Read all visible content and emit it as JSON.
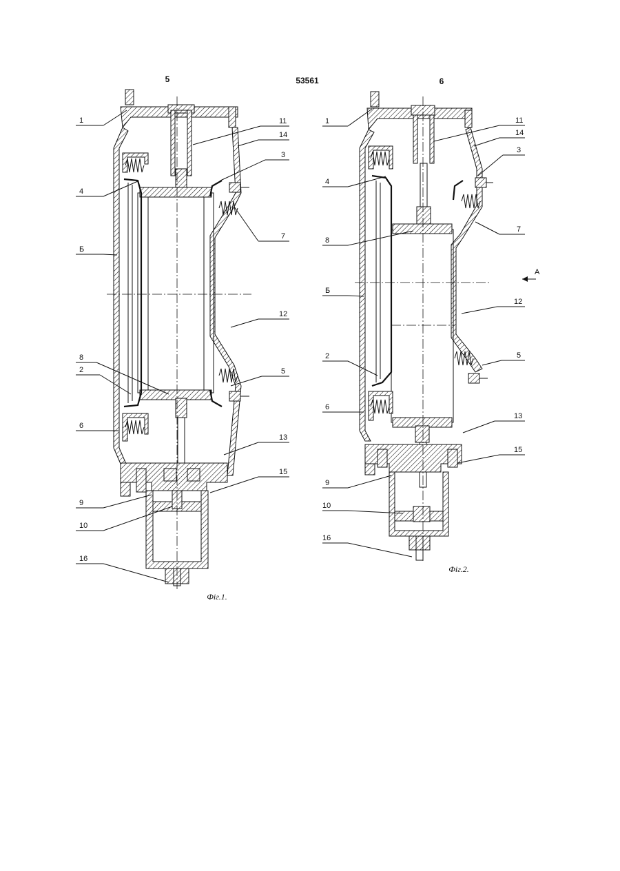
{
  "header": {
    "page_left": "5",
    "doc_number": "53561",
    "page_right": "6"
  },
  "figures": [
    {
      "caption": "Фіг.1.",
      "labels_left": [
        "1",
        "4",
        "Б",
        "8",
        "2",
        "6",
        "9",
        "10",
        "16"
      ],
      "labels_right": [
        "11",
        "14",
        "3",
        "7",
        "12",
        "5",
        "13",
        "15"
      ]
    },
    {
      "caption": "Фіг.2.",
      "labels_left": [
        "1",
        "4",
        "8",
        "Б",
        "2",
        "6",
        "9",
        "10",
        "16"
      ],
      "labels_right": [
        "11",
        "14",
        "3",
        "7",
        "А",
        "12",
        "5",
        "13",
        "15"
      ]
    }
  ]
}
